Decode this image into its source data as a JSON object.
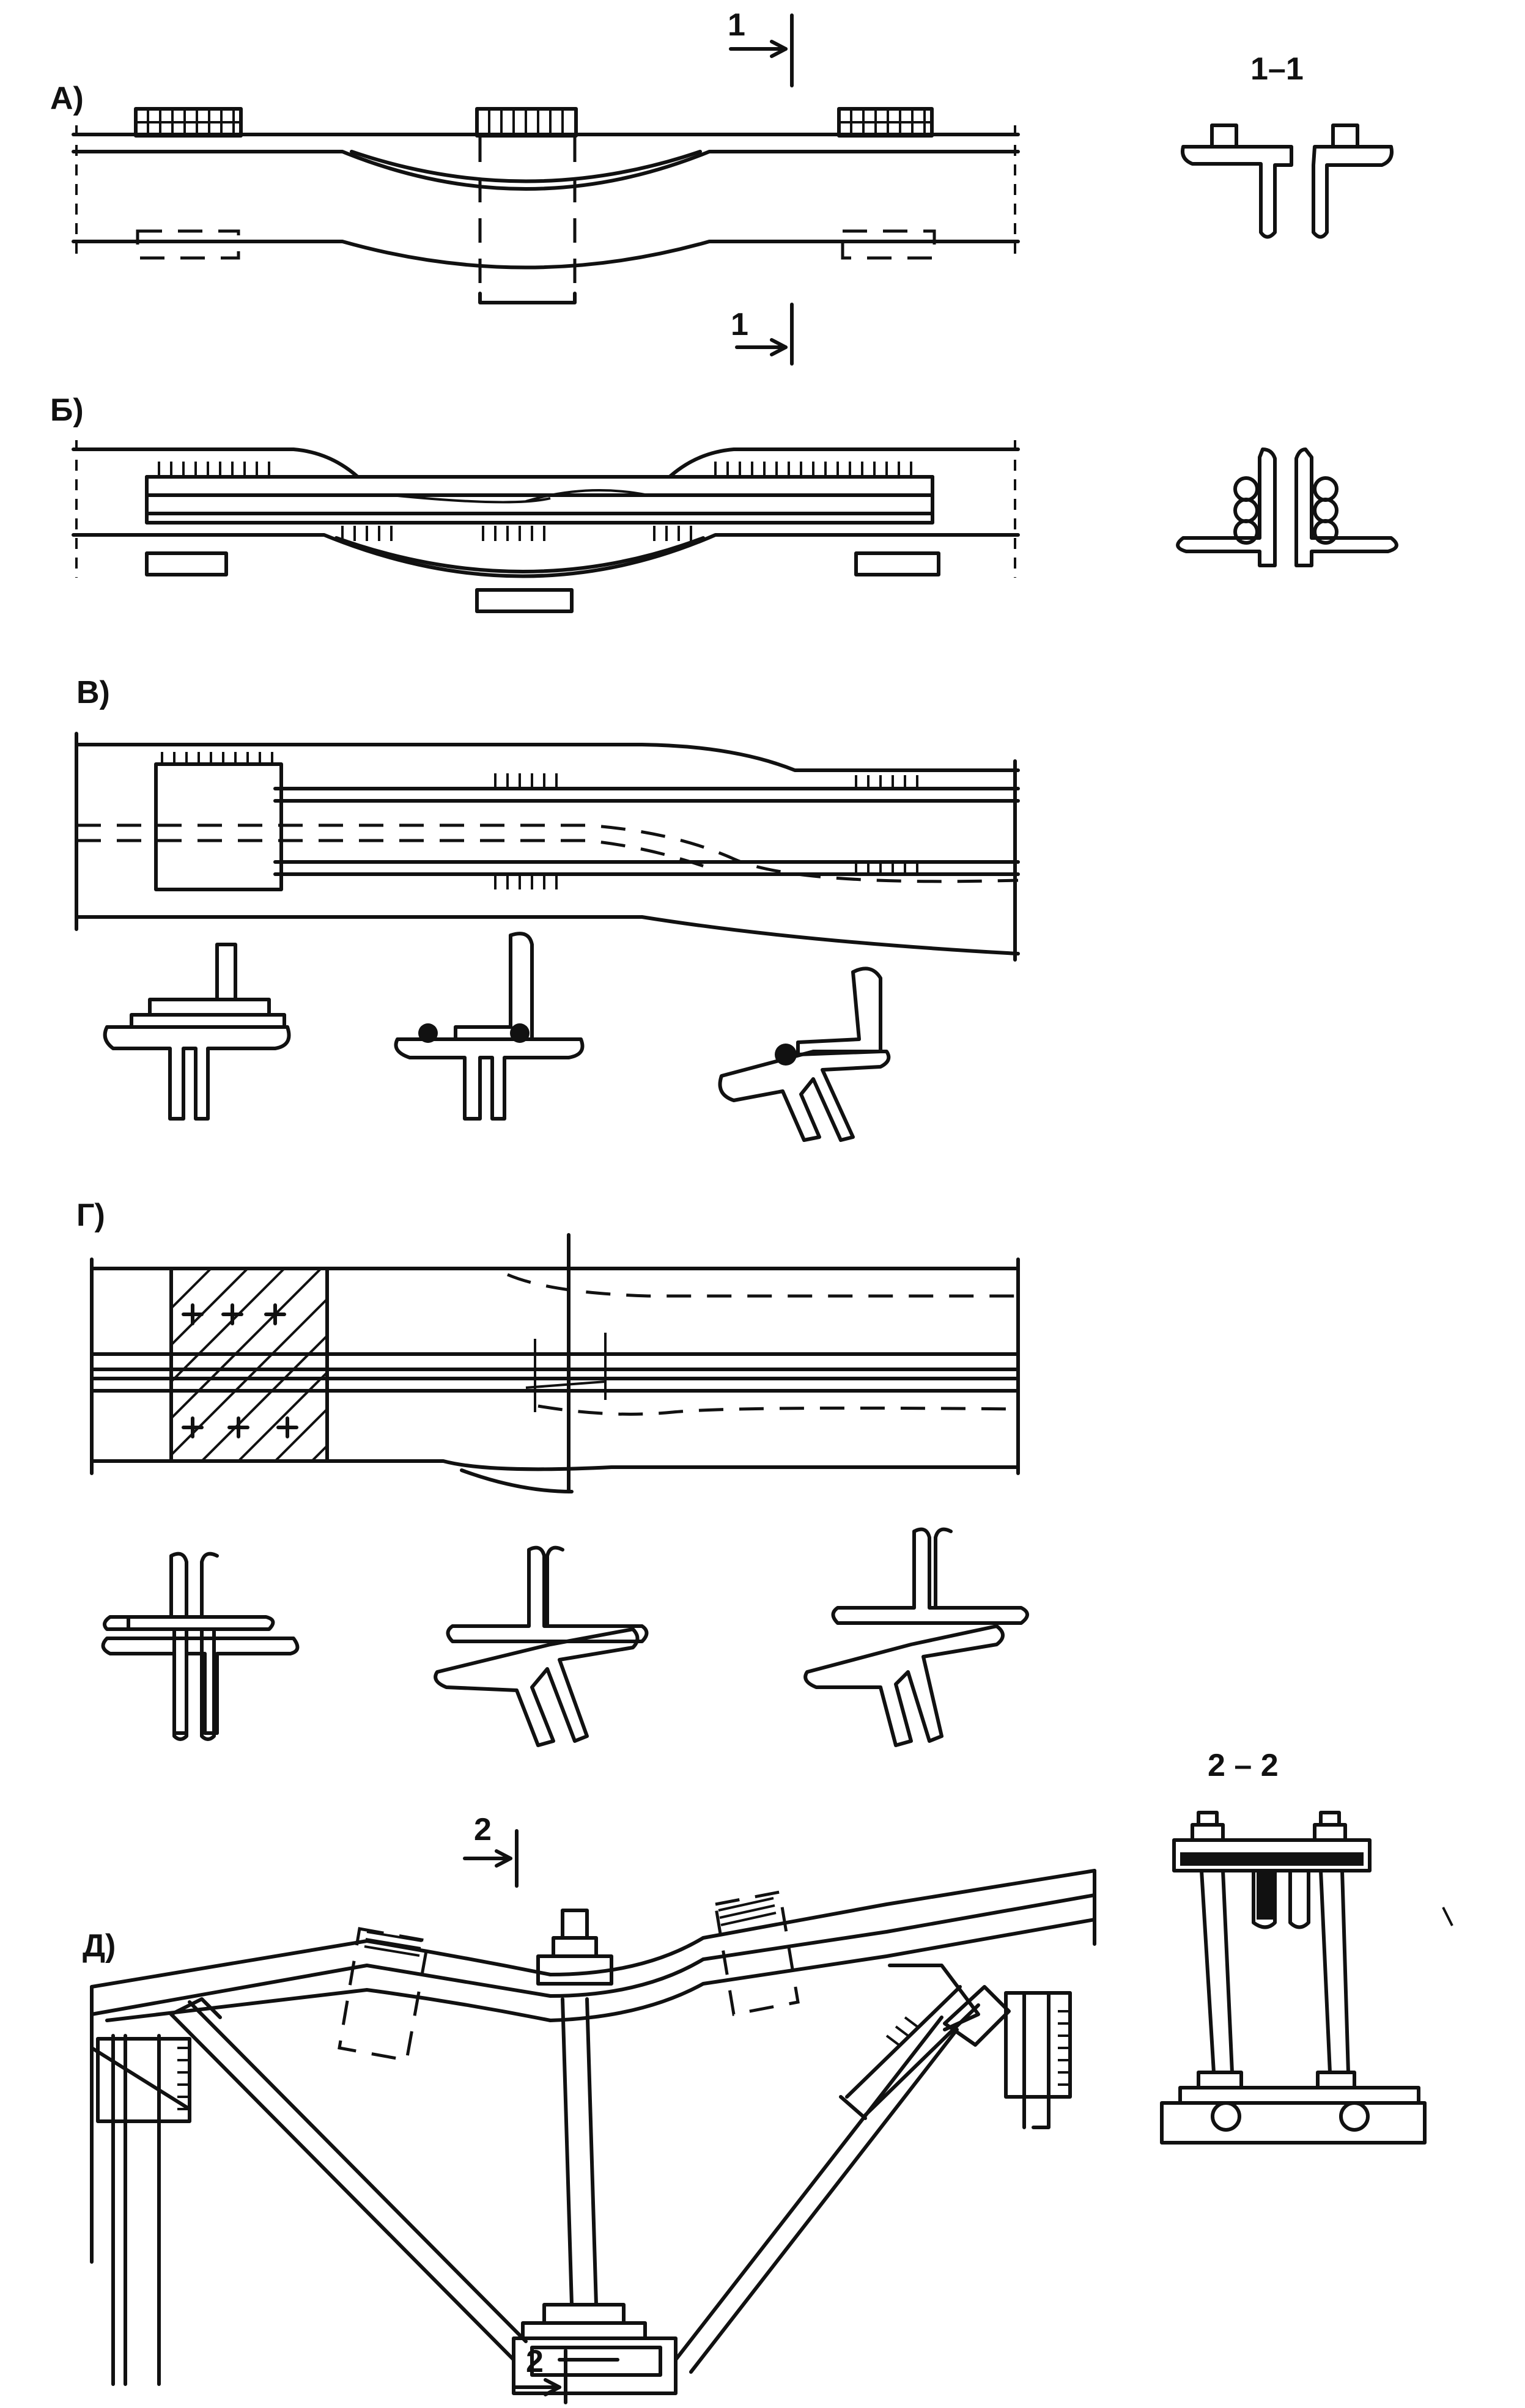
{
  "figures": {
    "a": {
      "label": "А)"
    },
    "b": {
      "label": "Б)"
    },
    "v": {
      "label": "В)"
    },
    "g": {
      "label": "Г)"
    },
    "d": {
      "label": "Д)"
    }
  },
  "sections": {
    "s1": {
      "mark": "1",
      "title": "1–1"
    },
    "s2": {
      "mark": "2",
      "title": "2 – 2"
    }
  }
}
